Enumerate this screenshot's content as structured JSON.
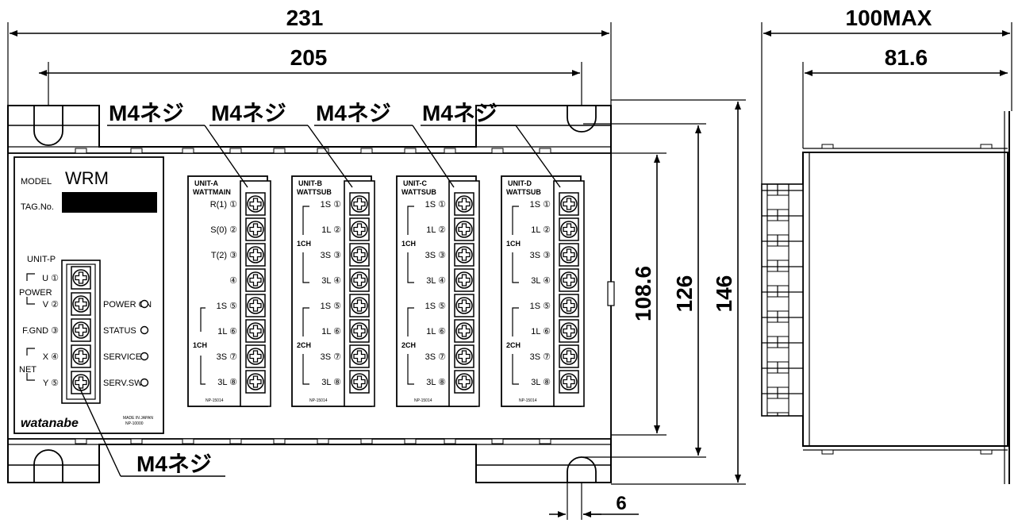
{
  "dimensions": {
    "overall_width": "231",
    "hole_pitch": "205",
    "depth_max": "100MAX",
    "depth": "81.6",
    "panel_height": "108.6",
    "hole_height": "126",
    "overall_height": "146",
    "slot_width": "6"
  },
  "callouts": {
    "screw_top_1": "M4ネジ",
    "screw_top_2": "M4ネジ",
    "screw_top_3": "M4ネジ",
    "screw_top_4": "M4ネジ",
    "screw_bottom": "M4ネジ"
  },
  "nameplate": {
    "model_label": "MODEL",
    "model_value": "WRM",
    "tag_label": "TAG.No."
  },
  "power_unit": {
    "unit_label": "UNIT-P",
    "power_label": "POWER",
    "net_label": "NET",
    "terminals": [
      "U ①",
      "V ②",
      "F.GND ③",
      "X ④",
      "Y ⑤"
    ],
    "leds": [
      "POWER ON",
      "STATUS",
      "SERVICE",
      "SERV.SW"
    ],
    "brand": "watanabe",
    "made_in": "MADE IN JAPAN",
    "made_code": "NP-10000"
  },
  "units": [
    {
      "name": "UNIT-A",
      "type": "WATTMAIN",
      "labels": [
        "R(1) ①",
        "S(0) ②",
        "T(2) ③",
        "④",
        "1S ⑤",
        "1L ⑥",
        "3S ⑦",
        "3L ⑧"
      ],
      "group": "1CH",
      "code": "NP-15014"
    },
    {
      "name": "UNIT-B",
      "type": "WATTSUB",
      "labels": [
        "1S ①",
        "1L ②",
        "3S ③",
        "3L ④",
        "1S ⑤",
        "1L ⑥",
        "3S ⑦",
        "3L ⑧"
      ],
      "group1": "1CH",
      "group2": "2CH",
      "code": "NP-15014"
    },
    {
      "name": "UNIT-C",
      "type": "WATTSUB",
      "labels": [
        "1S ①",
        "1L ②",
        "3S ③",
        "3L ④",
        "1S ⑤",
        "1L ⑥",
        "3S ⑦",
        "3L ⑧"
      ],
      "group1": "1CH",
      "group2": "2CH",
      "code": "NP-15014"
    },
    {
      "name": "UNIT-D",
      "type": "WATTSUB",
      "labels": [
        "1S ①",
        "1L ②",
        "3S ③",
        "3L ④",
        "1S ⑤",
        "1L ⑥",
        "3S ⑦",
        "3L ⑧"
      ],
      "group1": "1CH",
      "group2": "2CH",
      "code": "NP-15014"
    }
  ]
}
